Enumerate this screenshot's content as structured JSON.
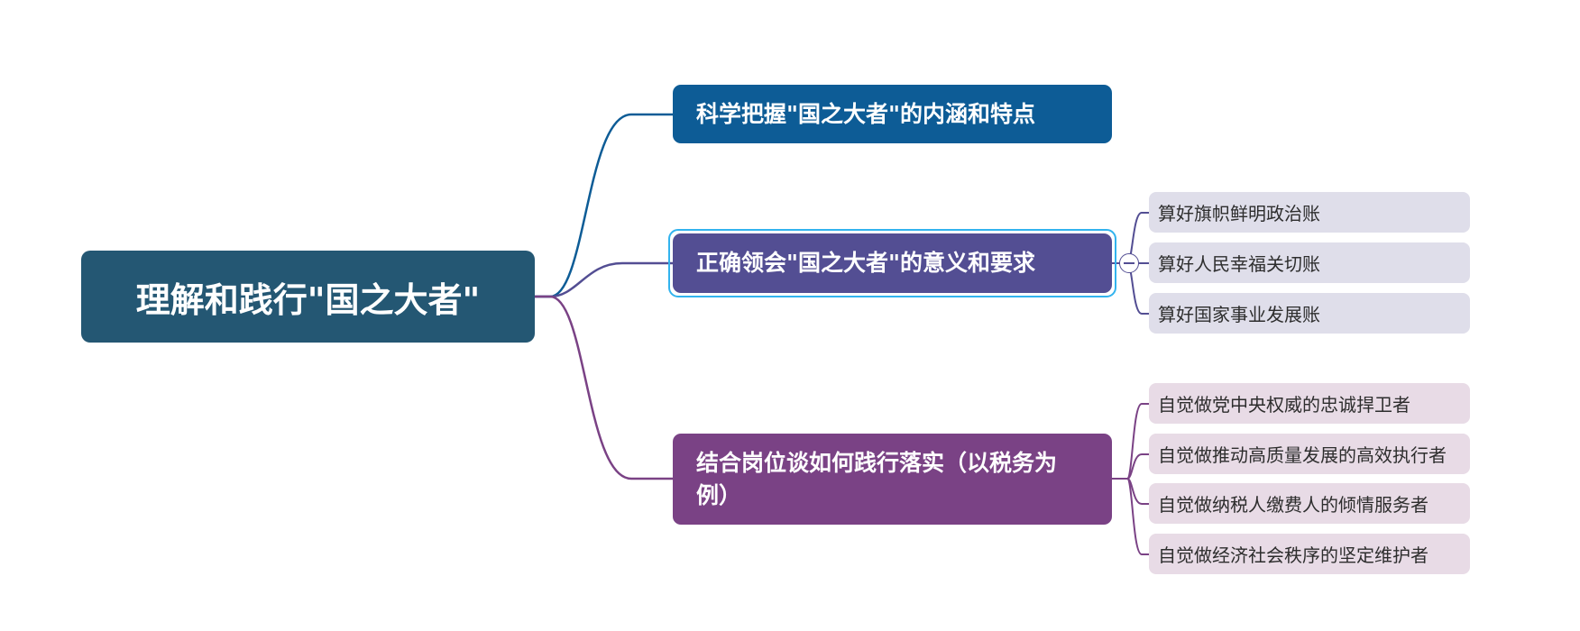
{
  "root": {
    "label": "理解和践行\"国之大者\""
  },
  "branches": [
    {
      "label": "科学把握\"国之大者\"的内涵和特点",
      "color": "#0d5c96",
      "children": []
    },
    {
      "label": "正确领会\"国之大者\"的意义和要求",
      "color": "#534e93",
      "children": [
        "算好旗帜鲜明政治账",
        "算好人民幸福关切账",
        "算好国家事业发展账"
      ]
    },
    {
      "label": "结合岗位谈如何践行落实（以税务为例）",
      "color": "#7a4285",
      "children": [
        "自觉做党中央权威的忠诚捍卫者",
        "自觉做推动高质量发展的高效执行者",
        "自觉做纳税人缴费人的倾情服务者",
        "自觉做经济社会秩序的坚定维护者"
      ]
    }
  ],
  "colors": {
    "root": "#245773",
    "selection_outline": "#32b3ee",
    "leaf_lavender": "#dfdeea",
    "leaf_pink": "#e8dbe6"
  }
}
